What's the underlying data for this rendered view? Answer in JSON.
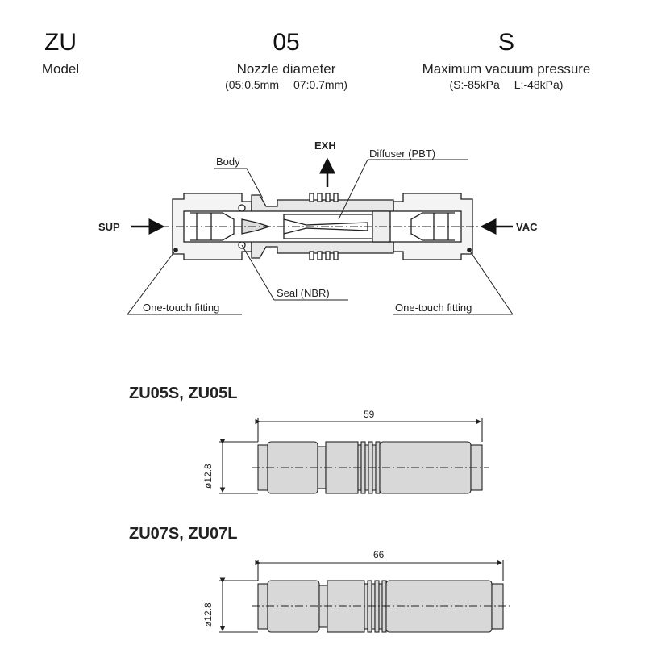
{
  "codes": [
    {
      "code": "ZU",
      "label": "Model",
      "sub": []
    },
    {
      "code": "05",
      "label": "Nozzle diameter",
      "sub": [
        "(05:0.5mm",
        "07:0.7mm)"
      ]
    },
    {
      "code": "S",
      "label": "Maximum vacuum pressure",
      "sub": [
        "(S:-85kPa",
        "L:-48kPa)"
      ]
    }
  ],
  "cross_section": {
    "exh": "EXH",
    "sup": "SUP",
    "vac": "VAC",
    "body": "Body",
    "diffuser": "Diffuser (PBT)",
    "seal": "Seal (NBR)",
    "fitting_left": "One-touch fitting",
    "fitting_right": "One-touch fitting"
  },
  "models": [
    {
      "title": "ZU05S, ZU05L",
      "length": "59",
      "diameter": "ø12.8"
    },
    {
      "title": "ZU07S, ZU07L",
      "length": "66",
      "diameter": "ø12.8"
    }
  ]
}
